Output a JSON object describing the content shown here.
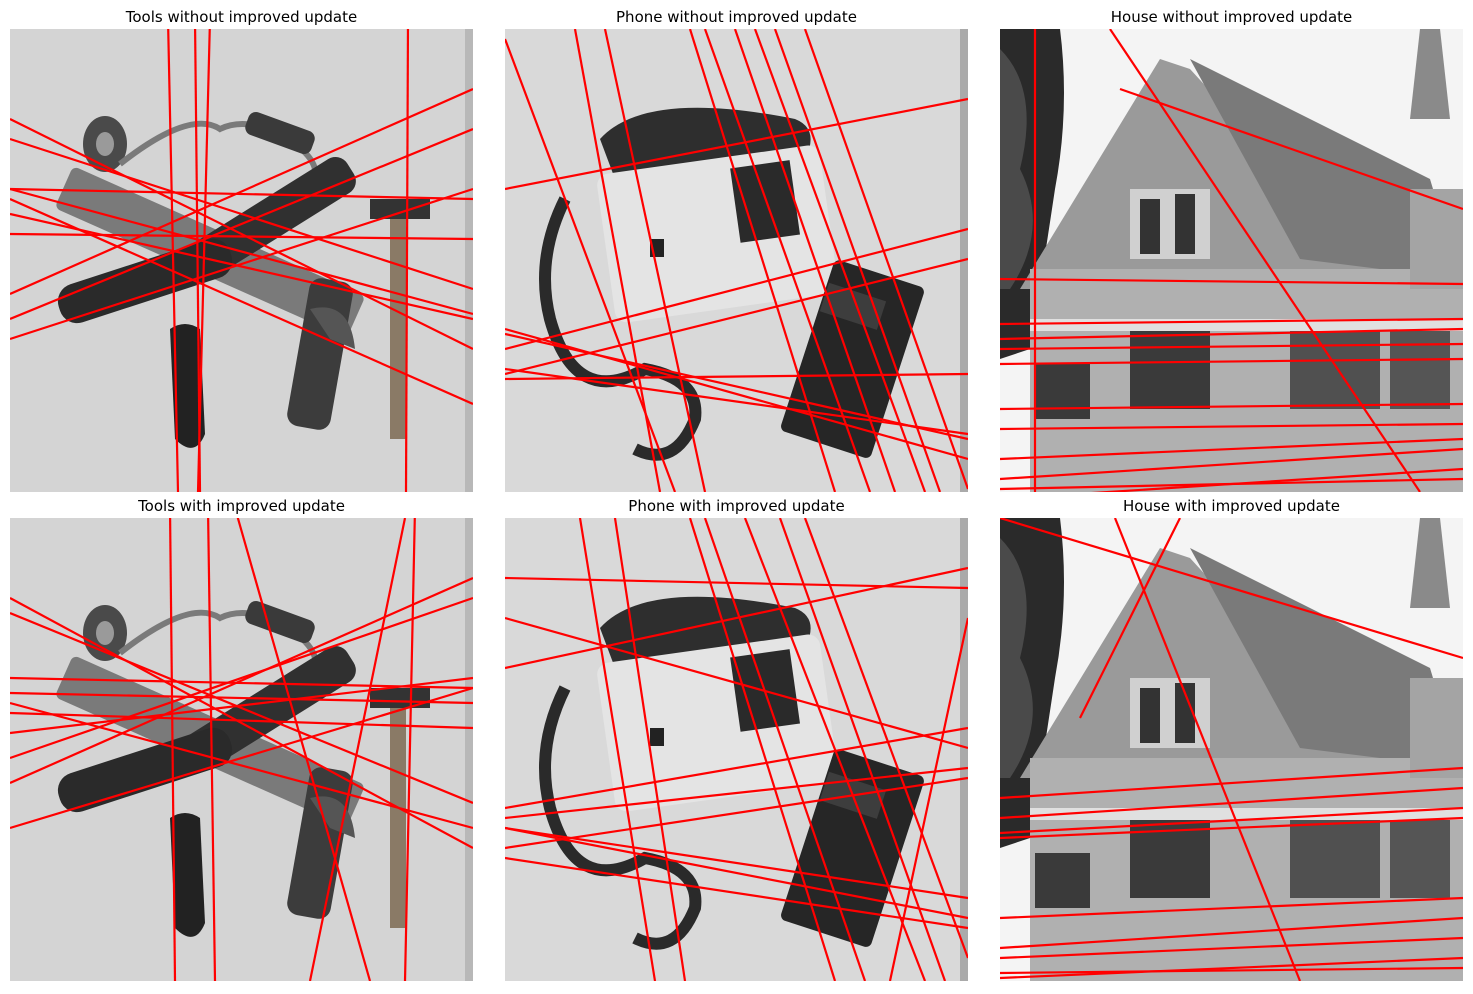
{
  "figure": {
    "line_color": "#ff0000",
    "panels": [
      {
        "title": "Tools without improved update",
        "scene": "tools"
      },
      {
        "title": "Phone without improved update",
        "scene": "phone"
      },
      {
        "title": "House without improved update",
        "scene": "house"
      },
      {
        "title": "Tools with improved update",
        "scene": "tools"
      },
      {
        "title": "Phone with improved update",
        "scene": "phone"
      },
      {
        "title": "House with improved update",
        "scene": "house"
      }
    ]
  }
}
